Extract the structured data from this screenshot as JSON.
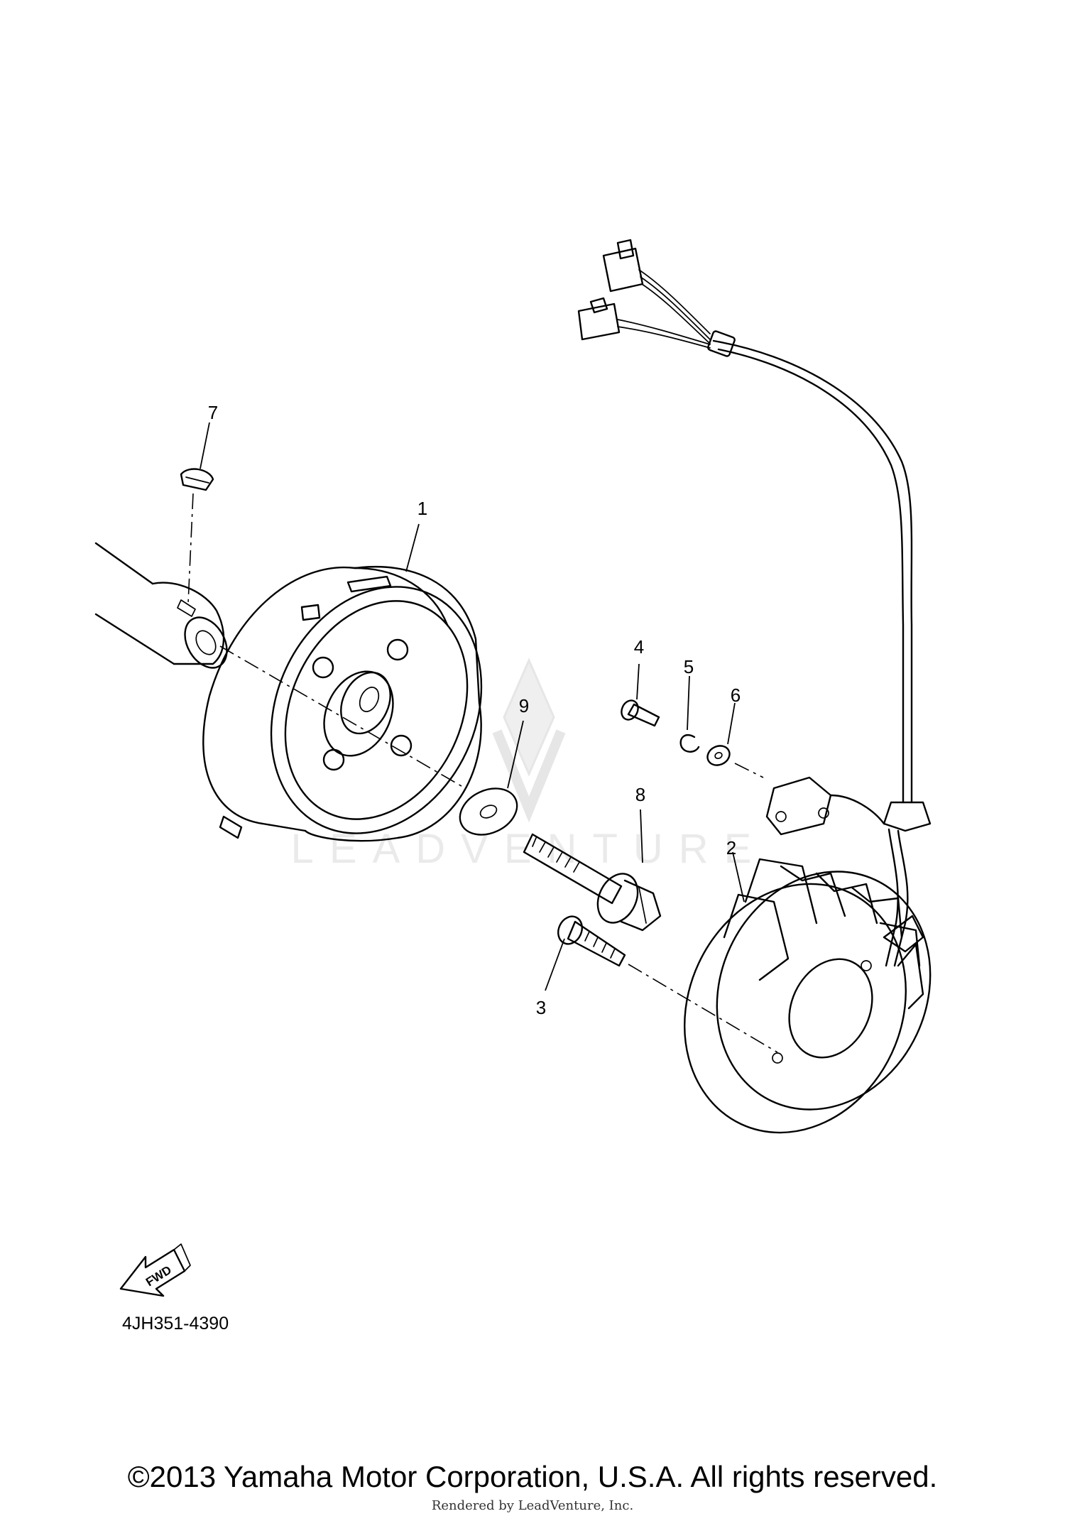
{
  "callouts": {
    "c1": "1",
    "c2": "2",
    "c3": "3",
    "c4": "4",
    "c5": "5",
    "c6": "6",
    "c7": "7",
    "c8": "8",
    "c9": "9"
  },
  "fwd_label": "FWD",
  "diagram_number": "4JH351-4390",
  "watermark": "LEADVENTURE",
  "copyright": "©2013 Yamaha Motor Corporation, U.S.A. All rights reserved.",
  "rendered_by": "Rendered by LeadVenture, Inc."
}
